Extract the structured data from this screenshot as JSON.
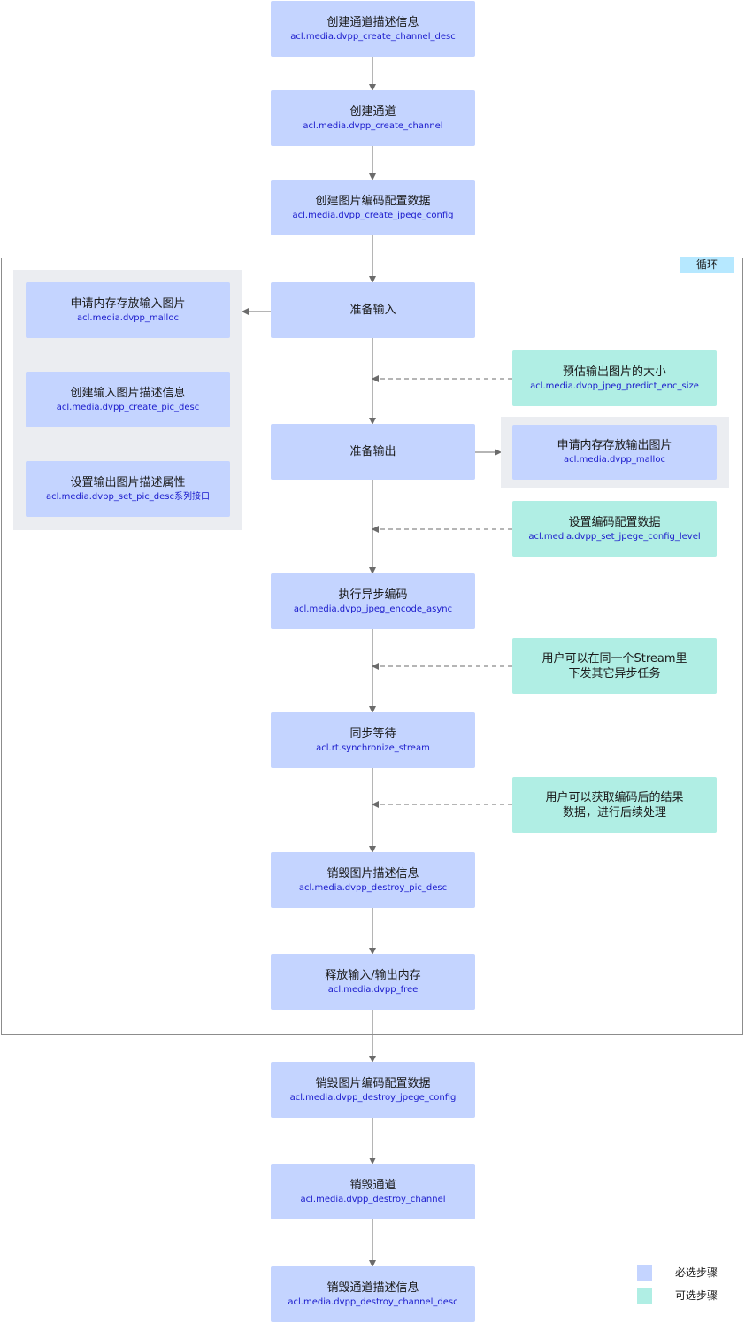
{
  "loop_label": "循环",
  "colors": {
    "required": "#c4d4ff",
    "optional": "#b0eee4",
    "panel": "#ebedf1",
    "loop_tag": "#b6e8ff",
    "code": "#1a1acc"
  },
  "main": [
    {
      "title": "创建通道描述信息",
      "code": "acl.media.dvpp_create_channel_desc"
    },
    {
      "title": "创建通道",
      "code": "acl.media.dvpp_create_channel"
    },
    {
      "title": "创建图片编码配置数据",
      "code": "acl.media.dvpp_create_jpege_config"
    },
    {
      "title": "准备输入",
      "code": ""
    },
    {
      "title": "准备输出",
      "code": ""
    },
    {
      "title": "执行异步编码",
      "code": "acl.media.dvpp_jpeg_encode_async"
    },
    {
      "title": "同步等待",
      "code": "acl.rt.synchronize_stream"
    },
    {
      "title": "销毁图片描述信息",
      "code": "acl.media.dvpp_destroy_pic_desc"
    },
    {
      "title": "释放输入/输出内存",
      "code": "acl.media.dvpp_free"
    },
    {
      "title": "销毁图片编码配置数据",
      "code": "acl.media.dvpp_destroy_jpege_config"
    },
    {
      "title": "销毁通道",
      "code": "acl.media.dvpp_destroy_channel"
    },
    {
      "title": "销毁通道描述信息",
      "code": "acl.media.dvpp_destroy_channel_desc"
    }
  ],
  "input_steps": [
    {
      "title": "申请内存存放输入图片",
      "code": "acl.media.dvpp_malloc"
    },
    {
      "title": "创建输入图片描述信息",
      "code": "acl.media.dvpp_create_pic_desc"
    },
    {
      "title": "设置输出图片描述属性",
      "code": "acl.media.dvpp_set_pic_desc系列接口"
    }
  ],
  "output_step": {
    "title": "申请内存存放输出图片",
    "code": "acl.media.dvpp_malloc"
  },
  "optional": [
    {
      "title": "预估输出图片的大小",
      "code": "acl.media.dvpp_jpeg_predict_enc_size"
    },
    {
      "title": "设置编码配置数据",
      "code": "acl.media.dvpp_set_jpege_config_level"
    },
    {
      "line1": "用户可以在同一个Stream里",
      "line2": "下发其它异步任务"
    },
    {
      "line1": "用户可以获取编码后的结果",
      "line2": "数据，进行后续处理"
    }
  ],
  "legend": {
    "required": "必选步骤",
    "optional": "可选步骤"
  }
}
